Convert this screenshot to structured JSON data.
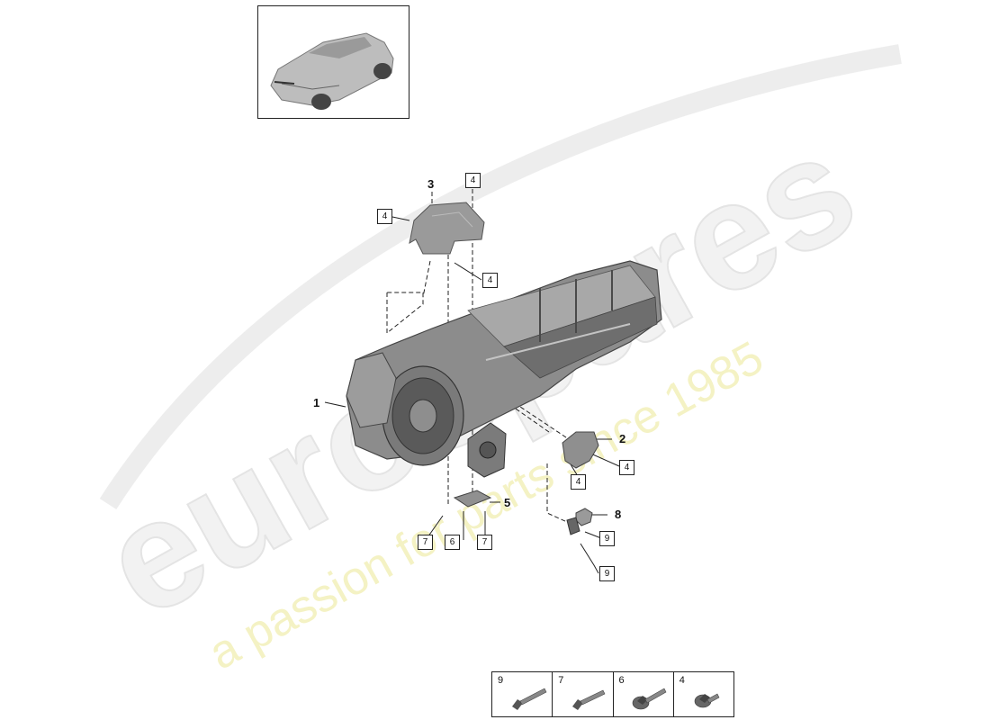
{
  "watermark": {
    "brand": "eurospares",
    "tagline": "a passion for parts since 1985"
  },
  "thumbnail": {
    "icon": "car-icon"
  },
  "callouts": {
    "c1": "1",
    "c2": "2",
    "c3": "3",
    "c5": "5",
    "c8": "8",
    "b4a": "4",
    "b4b": "4",
    "b4c": "4",
    "b4d": "4",
    "b4e": "4",
    "b6": "6",
    "b7a": "7",
    "b7b": "7",
    "b9a": "9",
    "b9b": "9"
  },
  "legend": {
    "items": [
      {
        "number": "9",
        "icon": "bolt-icon"
      },
      {
        "number": "7",
        "icon": "bolt-icon"
      },
      {
        "number": "6",
        "icon": "flange-bolt-icon"
      },
      {
        "number": "4",
        "icon": "flange-bolt-icon"
      }
    ]
  },
  "colors": {
    "line": "#222222",
    "part_gray": "#8a8a8a",
    "part_dark": "#555555",
    "watermark_gray": "#e6e6e6",
    "watermark_yellow": "#f2f0b8"
  }
}
